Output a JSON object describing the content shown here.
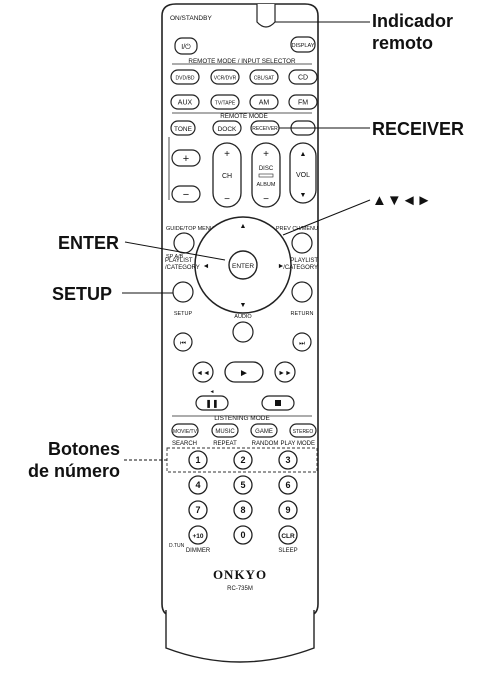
{
  "callouts": {
    "remote_indicator": "Indicador\nremoto",
    "receiver": "RECEIVER",
    "arrows": "▲▼◄►",
    "enter": "ENTER",
    "setup": "SETUP",
    "number_buttons": "Botones\nde número"
  },
  "remote": {
    "on_standby": "ON/STANDBY",
    "power_symbol": "I/⏻",
    "display": "DISPLAY",
    "remote_mode_input_selector": "REMOTE MODE / INPUT SELECTOR",
    "input_row1": [
      "DVD/BD",
      "VCR/DVR",
      "CBL/SAT",
      "CD"
    ],
    "input_row2": [
      "AUX",
      "TV/TAPE",
      "AM",
      "FM"
    ],
    "remote_mode": "REMOTE MODE",
    "tone": "TONE",
    "dock": "DOCK",
    "receiver_btn": "RECEIVER",
    "ch": "CH",
    "disc": "DISC",
    "album": "ALBUM",
    "vol": "VOL",
    "plus": "+",
    "minus": "−",
    "guide_top_menu": "GUIDE/TOP MENU",
    "prev_ch_menu": "PREV CH/MENU",
    "sp_a_b": "SP A/B",
    "playlist_category": "PLAYLIST\n/CATEGORY",
    "enter_btn": "ENTER",
    "setup_btn": "SETUP",
    "audio": "AUDIO",
    "return": "RETURN",
    "listening_mode": "LISTENING MODE",
    "listening_buttons": [
      "MOVIE/TV",
      "MUSIC",
      "GAME",
      "STEREO"
    ],
    "search": "SEARCH",
    "repeat": "REPEAT",
    "random": "RANDOM",
    "play_mode": "PLAY MODE",
    "digits": [
      "1",
      "2",
      "3",
      "4",
      "5",
      "6",
      "7",
      "8",
      "9",
      "+10",
      "0",
      "CLR"
    ],
    "d_tun": "D.TUN",
    "dimmer": "DIMMER",
    "sleep": "SLEEP",
    "brand": "ONKYO",
    "model": "RC-735M"
  }
}
